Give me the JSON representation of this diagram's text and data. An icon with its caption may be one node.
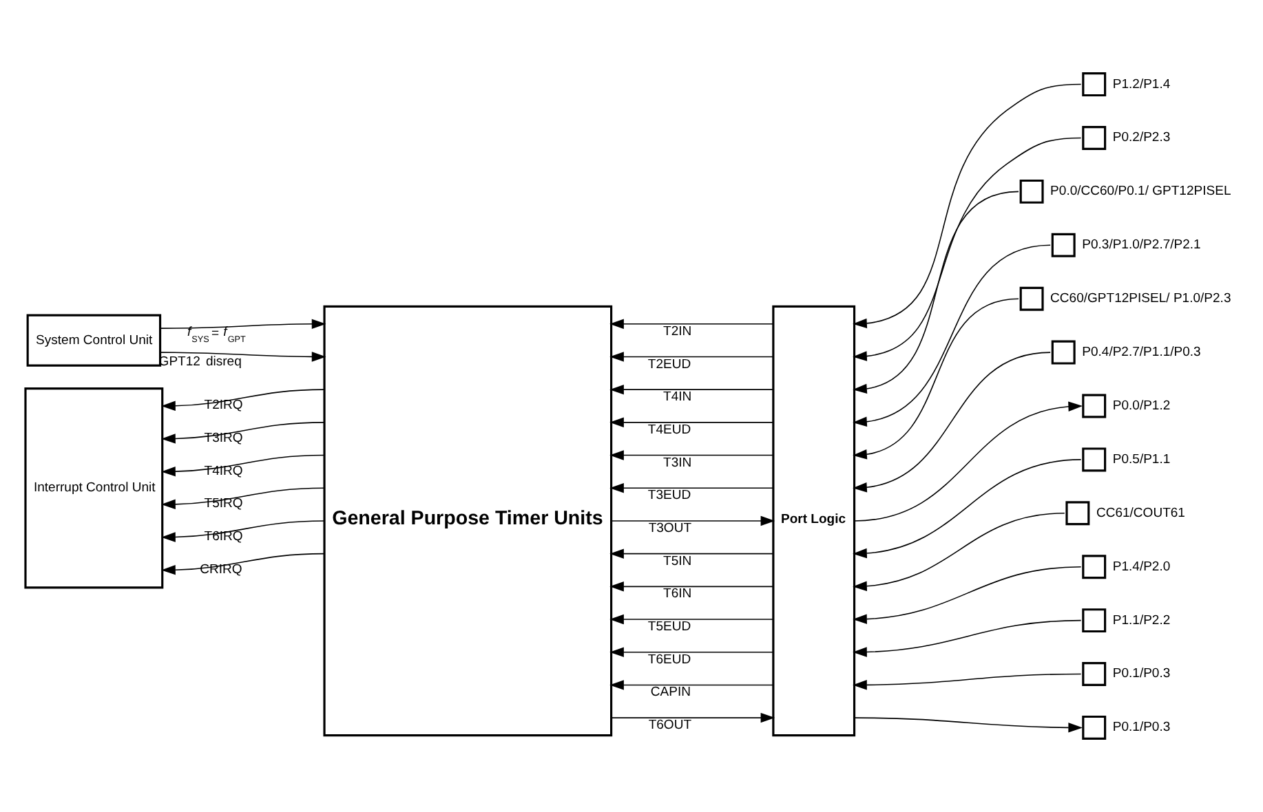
{
  "diagram": {
    "nodes": [
      {
        "text": [
          "System Control Unit"
        ]
      },
      {
        "text": [
          "Interrupt Control Unit"
        ]
      },
      {
        "text": [
          "General Purpose Timer Units"
        ]
      },
      {
        "text": [
          "Port Logic"
        ]
      },
      {
        "text": [],
        "shape": "box",
        "beside": [
          "P1.2/P1.4"
        ]
      },
      {
        "text": [],
        "shape": "box",
        "beside": [
          "P0.2/P2.3"
        ]
      },
      {
        "text": [],
        "shape": "box",
        "beside": [
          "P0.0/CC60/P0.1/ GPT12PISEL"
        ]
      },
      {
        "text": [],
        "shape": "box",
        "beside": [
          "P0.3/P1.0/P2.7/P2.1"
        ]
      },
      {
        "text": [],
        "shape": "box",
        "beside": [
          "CC60/GPT12PISEL/ P1.0/P2.3"
        ]
      },
      {
        "text": [],
        "shape": "box",
        "beside": [
          "P0.4/P2.7/P1.1/P0.3"
        ]
      },
      {
        "text": [],
        "shape": "box",
        "beside": [
          "P0.0/P1.2"
        ]
      },
      {
        "text": [],
        "shape": "box",
        "beside": [
          "P0.5/P1.1"
        ]
      },
      {
        "text": [],
        "shape": "box",
        "beside": [
          "CC61/COUT61"
        ]
      },
      {
        "text": [],
        "shape": "box",
        "beside": [
          "P1.4/P2.0"
        ]
      },
      {
        "text": [],
        "shape": "box",
        "beside": [
          "P1.1/P2.2"
        ]
      },
      {
        "text": [],
        "shape": "box",
        "beside": [
          "P0.1/P0.3"
        ]
      },
      {
        "text": [],
        "shape": "box",
        "beside": [
          "P0.1/P0.3"
        ]
      }
    ],
    "edges": [
      {
        "from": 0,
        "to": 2,
        "arrow": "to",
        "label": "*f*$_{SYS}$ = *f*$_{GPT}$"
      },
      {
        "from": 0,
        "to": 2,
        "arrow": "to",
        "label": "GPT12 disreq"
      },
      {
        "from": 2,
        "to": 1,
        "arrow": "to",
        "label": "T2IRQ"
      },
      {
        "from": 2,
        "to": 1,
        "arrow": "to",
        "label": "T3IRQ"
      },
      {
        "from": 2,
        "to": 1,
        "arrow": "to",
        "label": "T4IRQ"
      },
      {
        "from": 2,
        "to": 1,
        "arrow": "to",
        "label": "T5IRQ"
      },
      {
        "from": 2,
        "to": 1,
        "arrow": "to",
        "label": "T6IRQ"
      },
      {
        "from": 2,
        "to": 1,
        "arrow": "to",
        "label": "CRIRQ"
      },
      {
        "from": 3,
        "to": 2,
        "arrow": "to",
        "label": "T2IN"
      },
      {
        "from": 3,
        "to": 2,
        "arrow": "to",
        "label": "T2EUD"
      },
      {
        "from": 3,
        "to": 2,
        "arrow": "to",
        "label": "T4IN"
      },
      {
        "from": 3,
        "to": 2,
        "arrow": "to",
        "label": "T4EUD"
      },
      {
        "from": 3,
        "to": 2,
        "arrow": "to",
        "label": "T3IN"
      },
      {
        "from": 3,
        "to": 2,
        "arrow": "to",
        "label": "T3EUD"
      },
      {
        "from": 2,
        "to": 3,
        "arrow": "to",
        "label": "T3OUT"
      },
      {
        "from": 3,
        "to": 2,
        "arrow": "to",
        "label": "T5IN"
      },
      {
        "from": 3,
        "to": 2,
        "arrow": "to",
        "label": "T6IN"
      },
      {
        "from": 3,
        "to": 2,
        "arrow": "to",
        "label": "T5EUD"
      },
      {
        "from": 3,
        "to": 2,
        "arrow": "to",
        "label": "T6EUD"
      },
      {
        "from": 3,
        "to": 2,
        "arrow": "to",
        "label": "CAPIN"
      },
      {
        "from": 2,
        "to": 3,
        "arrow": "to",
        "label": "T6OUT"
      },
      {
        "from": 4,
        "to": 3,
        "arrow": "to"
      },
      {
        "from": 5,
        "to": 3,
        "arrow": "to"
      },
      {
        "from": 6,
        "to": 3,
        "arrow": "to"
      },
      {
        "from": 7,
        "to": 3,
        "arrow": "to"
      },
      {
        "from": 8,
        "to": 3,
        "arrow": "to"
      },
      {
        "from": 9,
        "to": 3,
        "arrow": "to"
      },
      {
        "from": 3,
        "to": 10,
        "arrow": "to"
      },
      {
        "from": 11,
        "to": 3,
        "arrow": "to"
      },
      {
        "from": 12,
        "to": 3,
        "arrow": "to"
      },
      {
        "from": 13,
        "to": 3,
        "arrow": "to"
      },
      {
        "from": 14,
        "to": 3,
        "arrow": "to"
      },
      {
        "from": 15,
        "to": 3,
        "arrow": "to"
      },
      {
        "from": 3,
        "to": 16,
        "arrow": "to"
      }
    ]
  }
}
